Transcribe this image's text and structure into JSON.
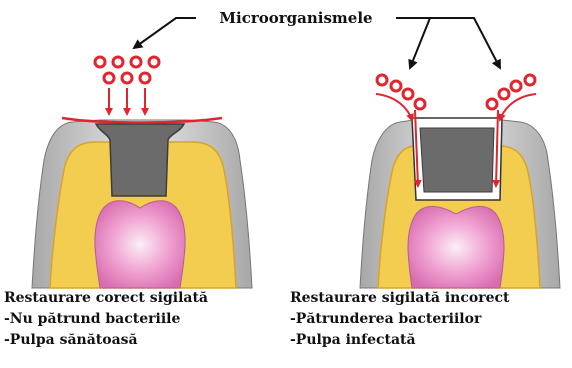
{
  "title": "Microorganismele",
  "left_panel": {
    "heading": "Restaurare corect sigilată",
    "line1": "-Nu pătrund bacteriile",
    "line2": "-Pulpa sănătoasă"
  },
  "right_panel": {
    "heading": "Restaurare sigilată incorect",
    "line1": "-Pătrunderea bacteriilor",
    "line2": "-Pulpa infectată"
  },
  "colors": {
    "enamel": "#d8d8d8",
    "dentin": "#f2cd50",
    "pulp": "#e58ac2",
    "filling": "#6b6b6b",
    "bacteria": "#e0252e",
    "text": "#111111"
  }
}
